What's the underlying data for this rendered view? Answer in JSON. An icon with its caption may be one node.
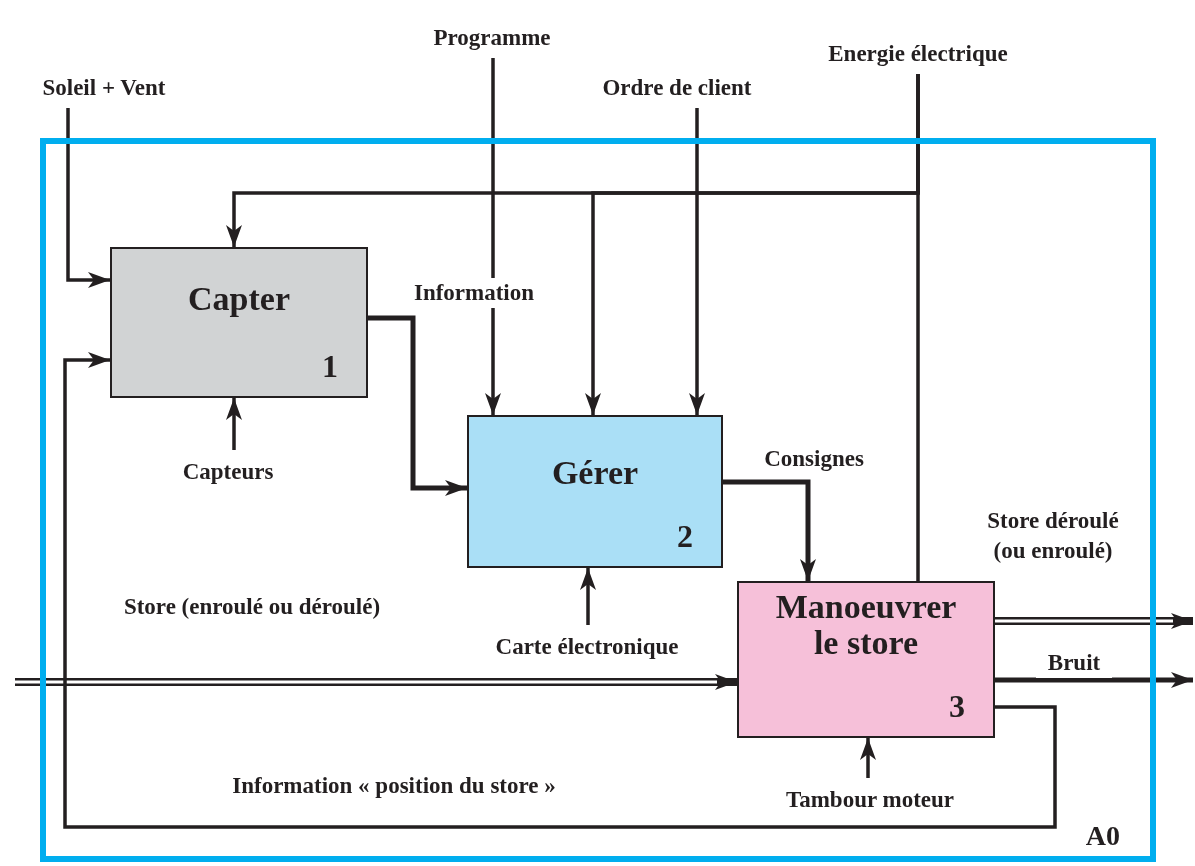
{
  "diagram": {
    "nodes": [
      {
        "text": [
          "A0"
        ]
      },
      {
        "text": [
          "Capter",
          "1"
        ],
        "in": 0
      },
      {
        "text": [
          "Gérer",
          "2"
        ],
        "in": 0
      },
      {
        "text": [
          "Manoeuvrer le store",
          "3"
        ],
        "in": 0
      },
      {
        "text": [
          "Soleil + Vent"
        ]
      },
      {
        "text": [
          "Programme"
        ]
      },
      {
        "text": [
          "Ordre de client"
        ]
      },
      {
        "text": [
          "Energie électrique"
        ]
      },
      {
        "text": [
          "Capteurs"
        ],
        "in": 0
      },
      {
        "text": [
          "Carte électronique"
        ],
        "in": 0
      },
      {
        "text": [
          "Tambour moteur"
        ],
        "in": 0
      }
    ],
    "edges": [
      {
        "from": 4,
        "to": 1,
        "arrow": "to"
      },
      {
        "from": 7,
        "to": 1,
        "arrow": "to"
      },
      {
        "from": 5,
        "to": 2,
        "arrow": "to"
      },
      {
        "from": 7,
        "to": 2,
        "arrow": "to"
      },
      {
        "from": 6,
        "to": 2,
        "arrow": "to"
      },
      {
        "from": 7,
        "to": 3,
        "arrow": "none"
      },
      {
        "from": 8,
        "to": 1,
        "arrow": "to"
      },
      {
        "from": 1,
        "to": 2,
        "arrow": "to",
        "label": "Information"
      },
      {
        "from": 2,
        "to": 3,
        "arrow": "to",
        "label": "Consignes"
      },
      {
        "from": 9,
        "to": 2,
        "arrow": "to"
      },
      {
        "from": null,
        "to": 3,
        "arrow": "to",
        "label": "Store (enroulé ou déroulé)",
        "style": "thick"
      },
      {
        "from": 3,
        "to": null,
        "arrow": "to",
        "label": "Store déroulé (ou enroulé)",
        "style": "thick"
      },
      {
        "from": 3,
        "to": null,
        "arrow": "to",
        "label": "Bruit"
      },
      {
        "from": 3,
        "to": 1,
        "arrow": "to",
        "label": "Information « position du store »"
      },
      {
        "from": 10,
        "to": 3,
        "arrow": "to"
      }
    ]
  }
}
